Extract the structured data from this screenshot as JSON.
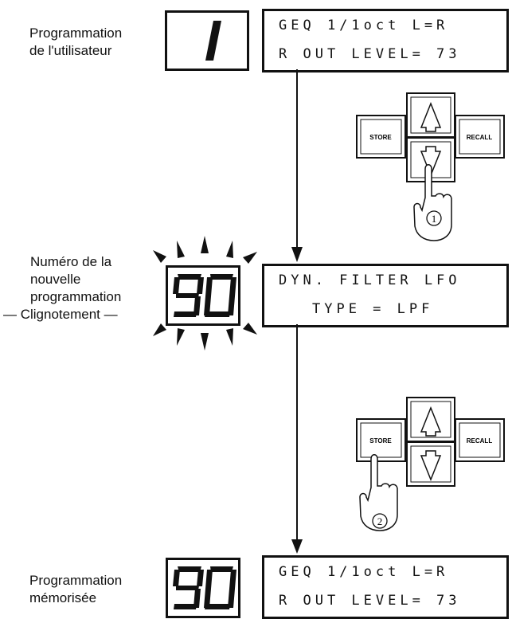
{
  "step1": {
    "label_line1": "Programmation",
    "label_line2": "de l'utilisateur",
    "program_number": "1",
    "display_line1": "GEQ 1/1oct L=R",
    "display_line2": "R OUT LEVEL= 73"
  },
  "step2": {
    "label_line1": "Numéro de la",
    "label_line2": "nouvelle",
    "label_line3": "programmation",
    "label_line4": "— Clignotement —",
    "program_number": "90",
    "display_line1": "DYN. FILTER LFO",
    "display_line2": "TYPE = LPF"
  },
  "step3": {
    "label_line1": "Programmation",
    "label_line2": "mémorisée",
    "program_number": "90",
    "display_line1": "GEQ 1/1oct L=R",
    "display_line2": "R OUT LEVEL= 73"
  },
  "keypad": {
    "store_label": "STORE",
    "recall_label": "RECALL",
    "step_one": "1",
    "step_two": "2"
  }
}
